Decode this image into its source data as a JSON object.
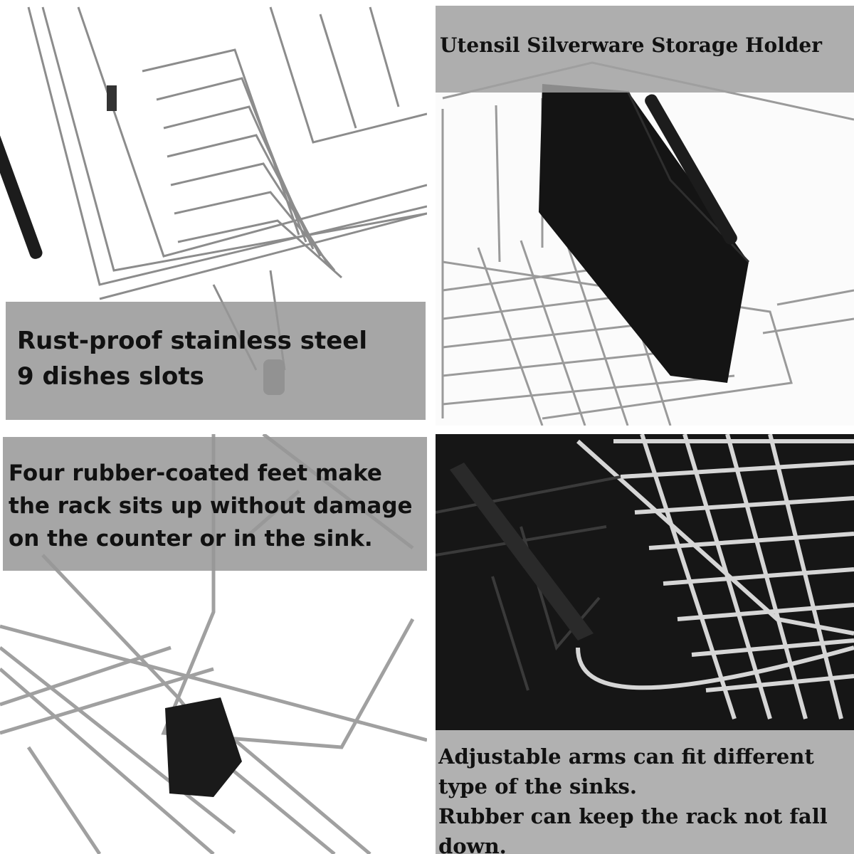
{
  "panels": {
    "top_left": {
      "caption_lines": [
        "Rust-proof stainless steel",
        "9 dishes slots"
      ]
    },
    "top_right": {
      "caption_lines": [
        "Utensil Silverware Storage Holder"
      ]
    },
    "bottom_left": {
      "caption_lines": [
        "Four rubber-coated feet make",
        "the rack sits up without damage",
        "on the counter or in the sink."
      ]
    },
    "bottom_right": {
      "caption_lines": [
        "Adjustable arms can fit different",
        "type of the sinks.",
        "Rubber can keep the rack not fall",
        "down."
      ]
    }
  },
  "colors": {
    "caption_background": "#969696",
    "caption_text": "#111111",
    "steel": "#9a9a9a",
    "rubber": "#1c1c1c"
  }
}
